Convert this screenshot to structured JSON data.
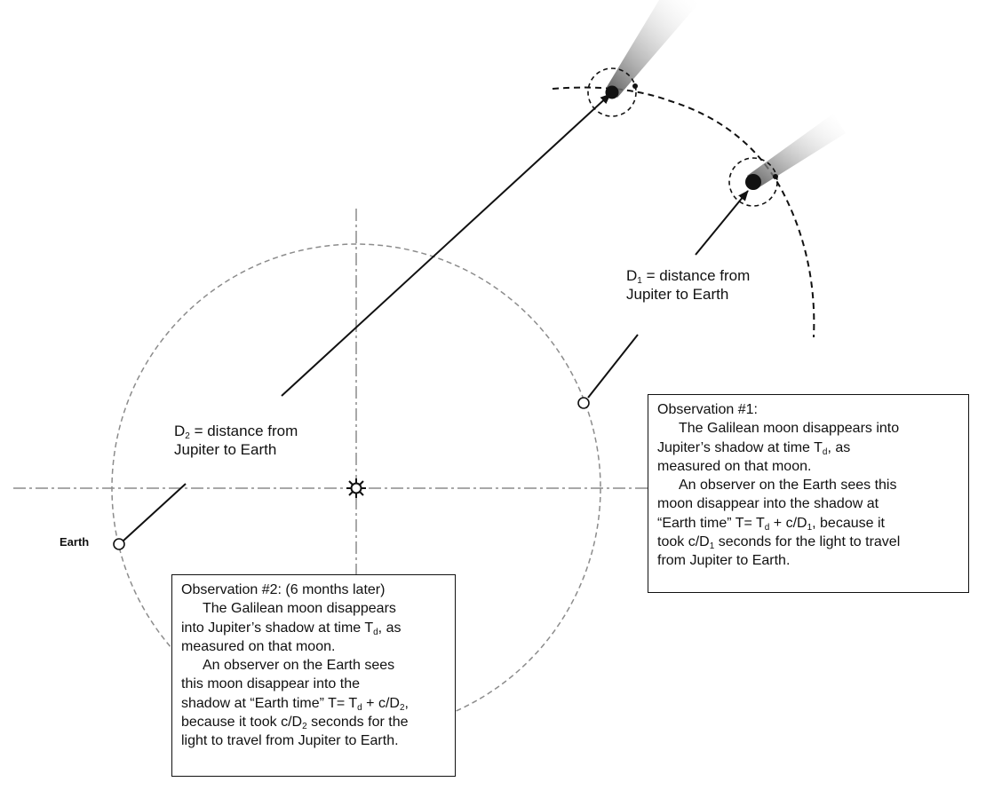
{
  "colors": {
    "ink": "#111111",
    "orbit_guide": "#8c8c8c",
    "background": "#ffffff"
  },
  "icons": {
    "sun": "sun-icon",
    "earth": "earth-marker-icon",
    "jupiter": "jupiter-icon"
  },
  "earth_label": "Earth",
  "d1": {
    "line1_pre": "D",
    "sub": "1",
    "line1_post": " = distance from",
    "line2": "Jupiter to Earth"
  },
  "d2": {
    "line1_pre": "D",
    "sub": "2",
    "line1_post": " = distance from",
    "line2": "Jupiter to Earth"
  },
  "obs1": {
    "title": "Observation #1:",
    "l1": "The Galilean moon disappears into",
    "l2_pre": "Jupiter’s shadow at time T",
    "l2_sub": "d",
    "l2_post": ", as",
    "l3": "measured on that moon.",
    "l4": "An observer on the Earth sees this",
    "l5": "moon disappear into the shadow at",
    "l6_pre": "“Earth time” T= T",
    "l6_sub": "d",
    "l6_mid": " + c/D",
    "l6_sub2": "1",
    "l6_post": ", because it",
    "l7_pre": "took c/D",
    "l7_sub": "1",
    "l7_post": " seconds for the light to travel",
    "l8": "from Jupiter to Earth."
  },
  "obs2": {
    "title": "Observation #2: (6 months later)",
    "l1": "The Galilean moon disappears",
    "l2_pre": "into Jupiter’s shadow at time T",
    "l2_sub": "d",
    "l2_post": ", as",
    "l3": "measured on that moon.",
    "l4": "An observer on the Earth sees",
    "l5": "this moon disappear into the",
    "l6_pre": "shadow at “Earth time” T= T",
    "l6_sub": "d",
    "l6_mid": " + c/D",
    "l6_sub2": "2",
    "l6_post": ",",
    "l7_pre": "because it took c/D",
    "l7_sub": "2",
    "l7_post": " seconds for the",
    "l8": "light to travel from Jupiter to Earth."
  }
}
